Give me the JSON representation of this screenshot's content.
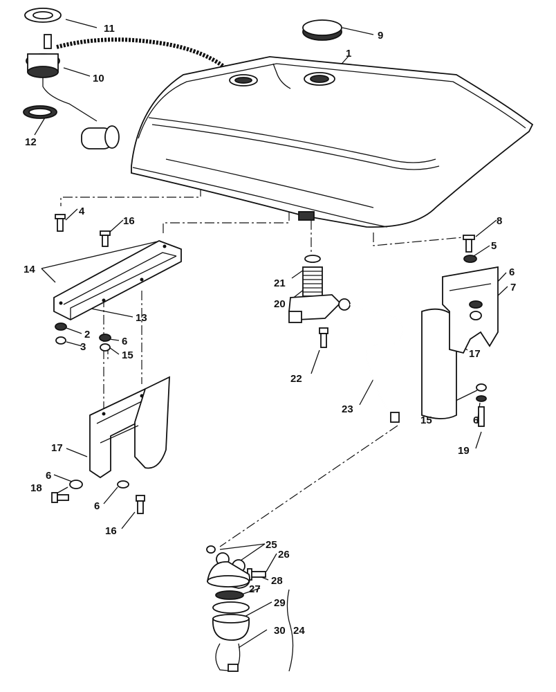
{
  "diagram": {
    "callouts": [
      {
        "id": "11",
        "text": "11"
      },
      {
        "id": "9",
        "text": "9"
      },
      {
        "id": "1",
        "text": "1"
      },
      {
        "id": "10",
        "text": "10"
      },
      {
        "id": "12",
        "text": "12"
      },
      {
        "id": "4",
        "text": "4"
      },
      {
        "id": "16a",
        "text": "16"
      },
      {
        "id": "8",
        "text": "8"
      },
      {
        "id": "5",
        "text": "5"
      },
      {
        "id": "14",
        "text": "14"
      },
      {
        "id": "21",
        "text": "21"
      },
      {
        "id": "20",
        "text": "20"
      },
      {
        "id": "6a",
        "text": "6"
      },
      {
        "id": "7",
        "text": "7"
      },
      {
        "id": "13",
        "text": "13"
      },
      {
        "id": "2",
        "text": "2"
      },
      {
        "id": "3",
        "text": "3"
      },
      {
        "id": "6b",
        "text": "6"
      },
      {
        "id": "15a",
        "text": "15"
      },
      {
        "id": "22",
        "text": "22"
      },
      {
        "id": "17a",
        "text": "17"
      },
      {
        "id": "23",
        "text": "23"
      },
      {
        "id": "15b",
        "text": "15"
      },
      {
        "id": "6c",
        "text": "6"
      },
      {
        "id": "19",
        "text": "19"
      },
      {
        "id": "17b",
        "text": "17"
      },
      {
        "id": "6d",
        "text": "6"
      },
      {
        "id": "18",
        "text": "18"
      },
      {
        "id": "6e",
        "text": "6"
      },
      {
        "id": "16b",
        "text": "16"
      },
      {
        "id": "25",
        "text": "25"
      },
      {
        "id": "26",
        "text": "26"
      },
      {
        "id": "28",
        "text": "28"
      },
      {
        "id": "27",
        "text": "27"
      },
      {
        "id": "29",
        "text": "29"
      },
      {
        "id": "30",
        "text": "30"
      },
      {
        "id": "24",
        "text": "24"
      }
    ]
  }
}
